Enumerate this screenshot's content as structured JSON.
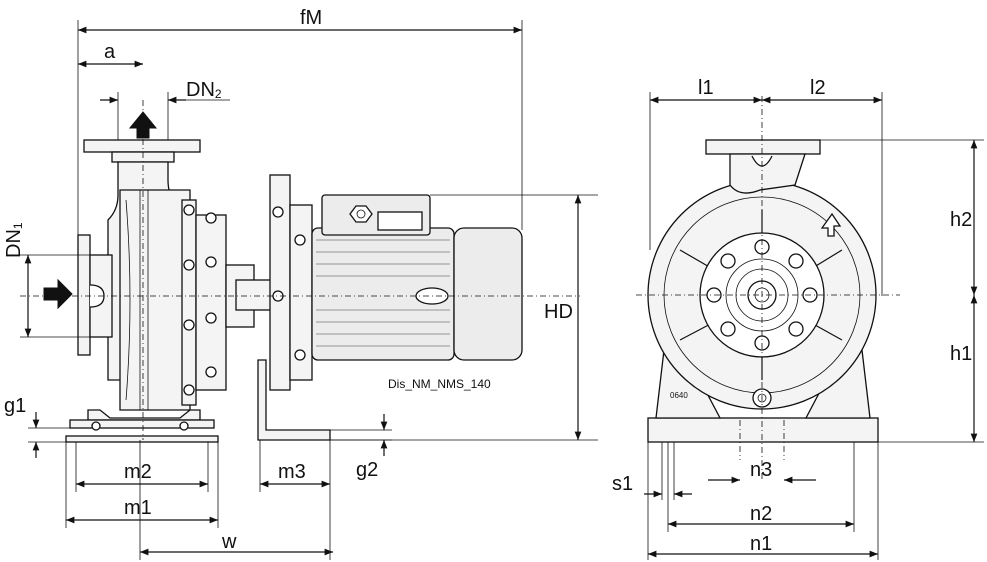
{
  "drawing_code": "Dis_NM_NMS_140",
  "pump_mark": "0640",
  "dimensions": {
    "fM": "fM",
    "a": "a",
    "DN2": "DN",
    "DN2_sub": "2",
    "DN1": "DN",
    "DN1_sub": "1",
    "HD": "HD",
    "g1": "g1",
    "g2": "g2",
    "m1": "m1",
    "m2": "m2",
    "m3": "m3",
    "w": "w",
    "l1": "l1",
    "l2": "l2",
    "h1": "h1",
    "h2": "h2",
    "n1": "n1",
    "n2": "n2",
    "n3": "n3",
    "s1": "s1"
  }
}
